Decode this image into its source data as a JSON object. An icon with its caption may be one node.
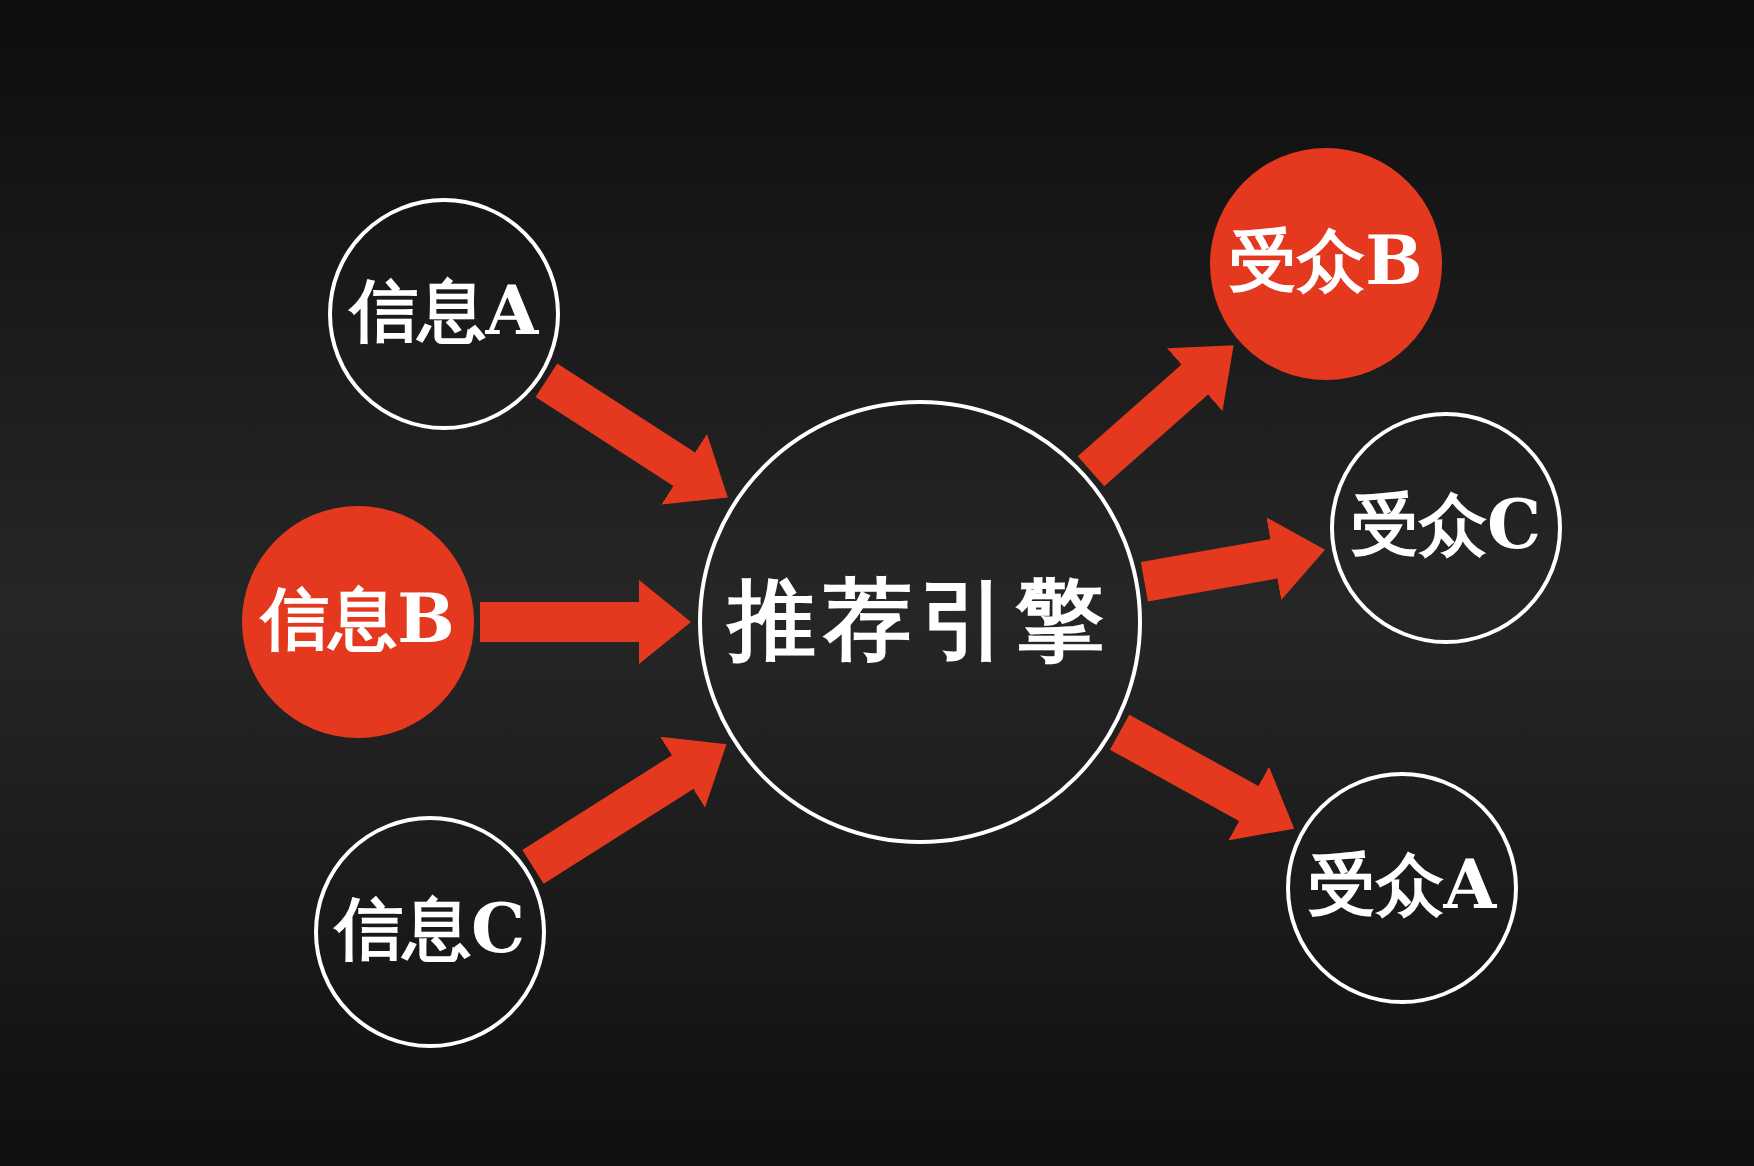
{
  "diagram": {
    "nodes": [
      {
        "text": [
          "信息A"
        ]
      },
      {
        "text": [
          "信息B"
        ]
      },
      {
        "text": [
          "信息C"
        ]
      },
      {
        "text": [
          "推荐引擎"
        ]
      },
      {
        "text": [
          "受众B"
        ]
      },
      {
        "text": [
          "受众C"
        ]
      },
      {
        "text": [
          "受众A"
        ]
      }
    ],
    "edges": [
      {
        "from": 0,
        "to": 3,
        "arrow": "to"
      },
      {
        "from": 1,
        "to": 3,
        "arrow": "to"
      },
      {
        "from": 2,
        "to": 3,
        "arrow": "to"
      },
      {
        "from": 3,
        "to": 4,
        "arrow": "to"
      },
      {
        "from": 3,
        "to": 5,
        "arrow": "to"
      },
      {
        "from": 3,
        "to": 6,
        "arrow": "to"
      }
    ]
  }
}
